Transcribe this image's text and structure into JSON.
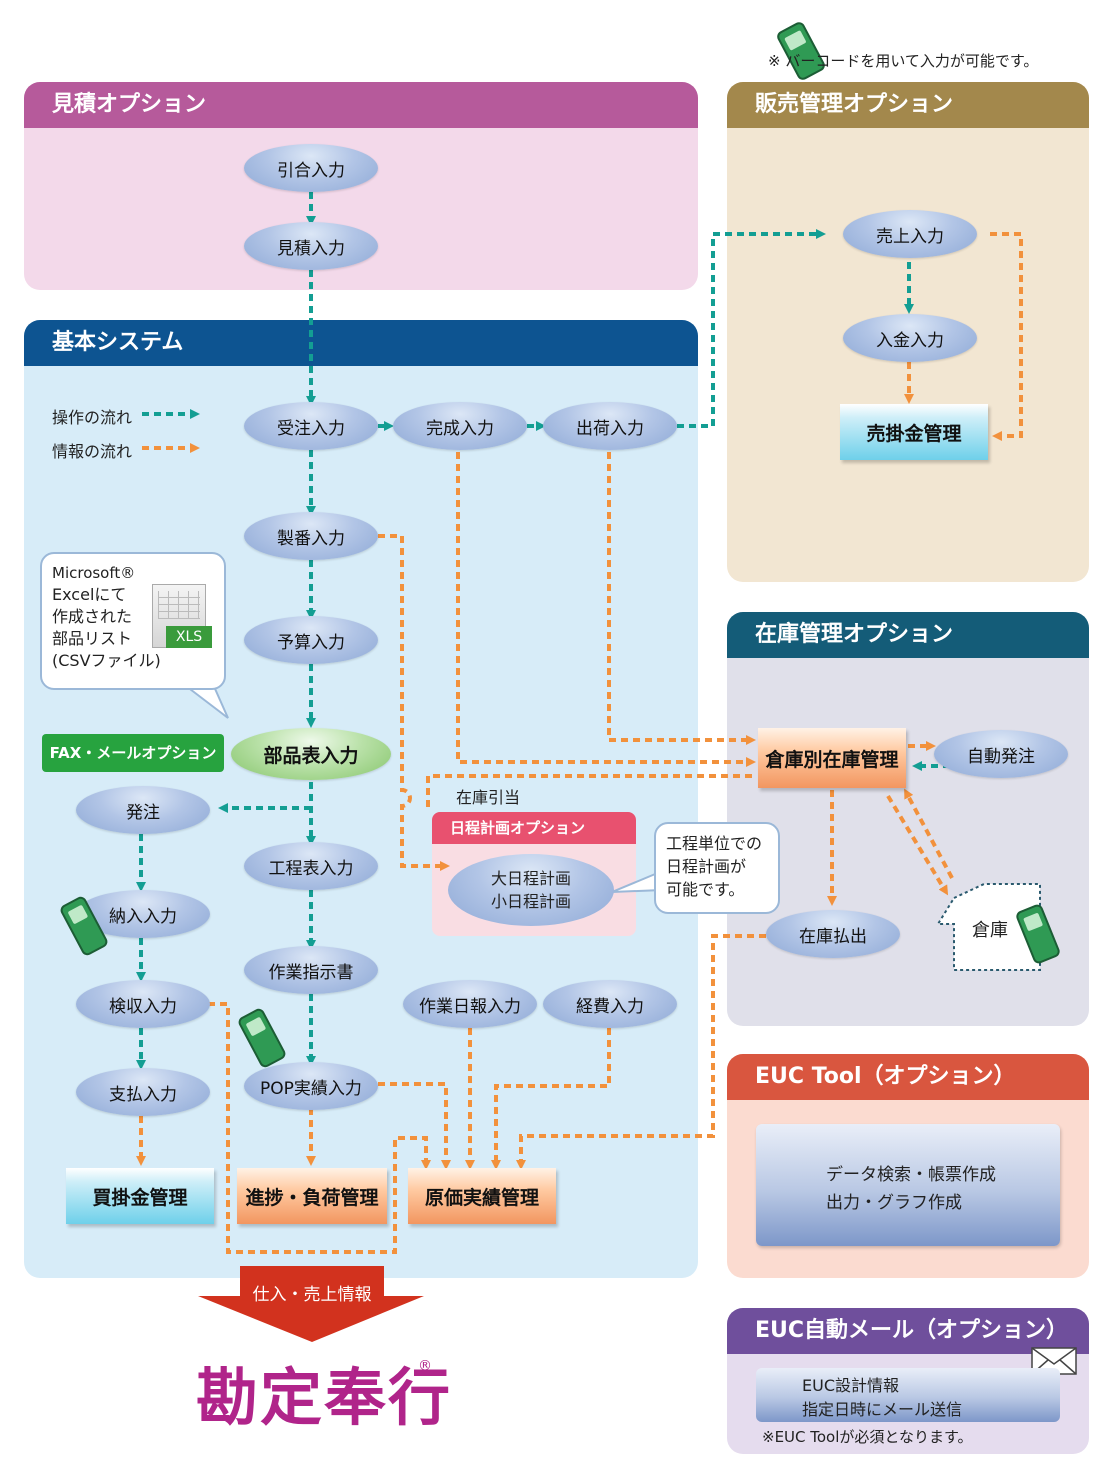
{
  "note_barcode": "※ バーコードを用いて入力が可能です。",
  "panels": {
    "estimate": "見積オプション",
    "basic": "基本システム",
    "sales": "販売管理オプション",
    "inventory": "在庫管理オプション",
    "euc_tool": "EUC Tool（オプション）",
    "euc_mail": "EUC自動メール（オプション）",
    "schedule": "日程計画オプション",
    "fax": "FAX・メールオプション"
  },
  "legend": {
    "operation": "操作の流れ",
    "information": "情報の流れ"
  },
  "nodes": {
    "hikiai": "引合入力",
    "mitsumori": "見積入力",
    "juchu": "受注入力",
    "kansei": "完成入力",
    "shukka": "出荷入力",
    "seiban": "製番入力",
    "yosan": "予算入力",
    "buhinhyo": "部品表入力",
    "hacchu": "発注",
    "kouteihyo": "工程表入力",
    "nonyu": "納入入力",
    "kenshu": "検収入力",
    "sagyoshiji": "作業指示書",
    "sagyonippo": "作業日報入力",
    "keihi": "経費入力",
    "pop": "POP実績入力",
    "shiharai": "支払入力",
    "kaikake": "買掛金管理",
    "shinchoku": "進捗・負荷管理",
    "genka": "原価実績管理",
    "uriage": "売上入力",
    "nyukin": "入金入力",
    "urikake": "売掛金管理",
    "soko_zaiko": "倉庫別在庫管理",
    "jido_hacchu": "自動発注",
    "zaiko_haraidashi": "在庫払出",
    "soko": "倉庫",
    "dai_nittei": "大日程計画",
    "sho_nittei": "小日程計画"
  },
  "labels": {
    "zaiko_hikiate": "在庫引当",
    "output_arrow": "仕入・売上情報"
  },
  "excel_callout": {
    "line1": "Microsoft®",
    "line2": "Excelにて",
    "line3": "作成された",
    "line4": "部品リスト",
    "line5": "(CSVファイル)",
    "icon_text": "XLS"
  },
  "schedule_callout": {
    "line1": "工程単位での",
    "line2": "日程計画が",
    "line3": "可能です。"
  },
  "euc_tool_box": {
    "line1": "データ検索・帳票作成",
    "line2": "出力・グラフ作成"
  },
  "euc_mail_box": {
    "line1": "EUC設計情報",
    "line2": "指定日時にメール送信",
    "note": "※EUC Toolが必須となります。"
  },
  "logo": {
    "text": "勘定奉行",
    "mark": "®"
  },
  "colors": {
    "estimate_head": "#b65a9b",
    "estimate_body": "#f3d9ea",
    "basic_head": "#0d5491",
    "basic_body": "#d7ecf8",
    "sales_head": "#a3884c",
    "sales_body": "#f2e6d2",
    "inventory_head": "#145c78",
    "inventory_body": "#e0e0ea",
    "euc_tool_head": "#d9563f",
    "euc_tool_body": "#fbdbd0",
    "euc_mail_head": "#6f4f9c",
    "euc_mail_body": "#e5dcee",
    "operation_flow": "#139e93",
    "information_flow": "#f2913c",
    "logo": "#b0248a"
  }
}
